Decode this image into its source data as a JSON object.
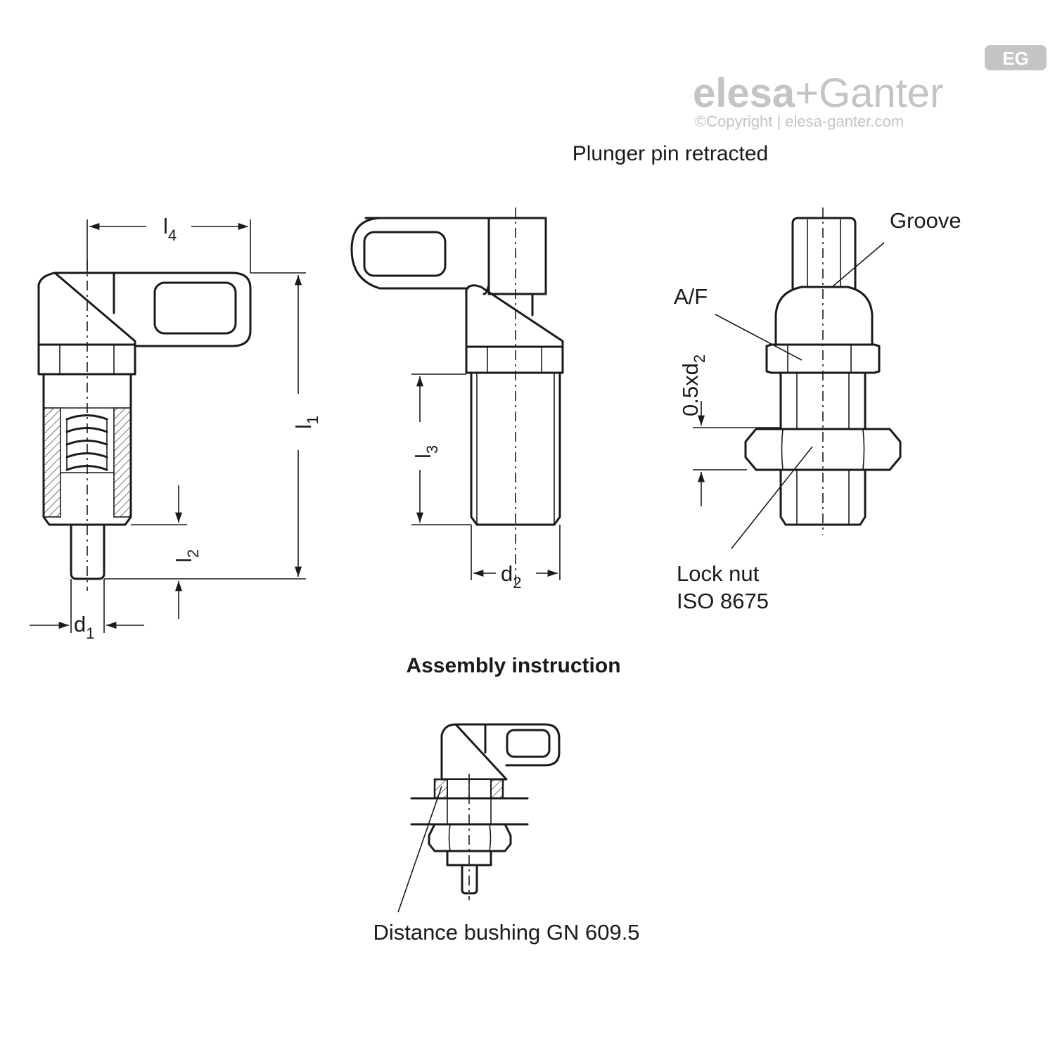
{
  "logo": {
    "badge": "EG",
    "brand_left": "elesa",
    "brand_plus": "+",
    "brand_right": "Ganter",
    "copyright": "©Copyright | elesa-ganter.com",
    "color": "#c4c4c4"
  },
  "headings": {
    "top": "Plunger pin retracted",
    "assembly": "Assembly instruction"
  },
  "dimensions": {
    "l4": {
      "main": "l",
      "sub": "4"
    },
    "l1": {
      "main": "l",
      "sub": "1"
    },
    "l2": {
      "main": "l",
      "sub": "2"
    },
    "l3": {
      "main": "l",
      "sub": "3"
    },
    "d1": {
      "main": "d",
      "sub": "1"
    },
    "d2": {
      "main": "d",
      "sub": "2"
    },
    "half_d2": {
      "main": "0.5xd",
      "sub": "2"
    }
  },
  "callouts": {
    "groove": "Groove",
    "af": "A/F",
    "lock_nut_line1": "Lock nut",
    "lock_nut_line2": "ISO 8675",
    "distance_bushing": "Distance bushing GN 609.5"
  }
}
